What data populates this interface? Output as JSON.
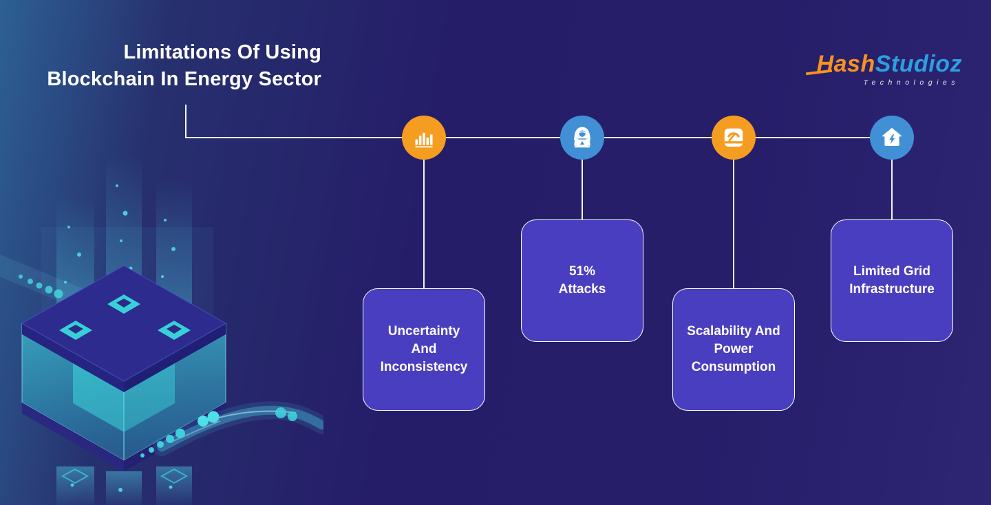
{
  "page": {
    "background_color": "#251d68",
    "accent_orange": "#f59d21",
    "accent_blue": "#4190d6",
    "card_color": "#4a3ec0",
    "line_color": "#ffffff"
  },
  "header": {
    "title": "Limitations Of Using\nBlockchain In Energy Sector",
    "logo": {
      "part1": "Hash",
      "part2": "Studioz",
      "subtitle": "Technologies",
      "part1_color": "#f6921e",
      "part2_color": "#2d9fe0"
    }
  },
  "timeline": {
    "items": [
      {
        "icon": "bar-chart-icon",
        "circle_color": "#f59d21",
        "label": "Uncertainty\nAnd\nInconsistency"
      },
      {
        "icon": "hacker-icon",
        "circle_color": "#4190d6",
        "label": "51%\nAttacks"
      },
      {
        "icon": "power-meter-icon",
        "circle_color": "#f59d21",
        "label": "Scalability And\nPower\nConsumption"
      },
      {
        "icon": "energy-house-icon",
        "circle_color": "#4190d6",
        "label": "Limited Grid\nInfrastructure"
      }
    ]
  },
  "illustration": {
    "name": "isometric-blockchain-cube",
    "colors": {
      "glow_cyan": "#3ad2da",
      "cube_top": "#2d2b8d",
      "wall_teal": "#40d8e0"
    }
  }
}
